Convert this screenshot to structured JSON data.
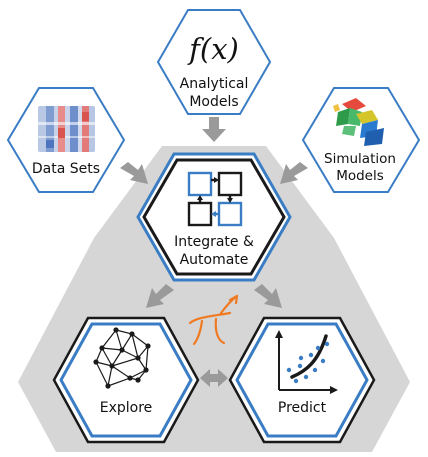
{
  "nodes": {
    "analytical": {
      "formula": "f(x)",
      "line1": "Analytical",
      "line2": "Models"
    },
    "datasets": {
      "label": "Data Sets"
    },
    "simulation": {
      "line1": "Simulation",
      "line2": "Models"
    },
    "integrate": {
      "line1": "Integrate &",
      "line2": "Automate"
    },
    "explore": {
      "label": "Explore"
    },
    "predict": {
      "label": "Predict"
    }
  },
  "colors": {
    "blue": "#3a7dc4",
    "dark": "#1a1a1a",
    "gray_background": "#d6d6d6",
    "arrow_gray": "#9a9a9a",
    "pi_orange": "#f07a22"
  },
  "icons": {
    "analytical": "formula-fx-icon",
    "datasets": "heatmap-icon",
    "simulation": "3d-model-icon",
    "integrate": "workflow-boxes-icon",
    "explore": "network-graph-icon",
    "predict": "scatter-fit-icon",
    "center": "pi-symbol-icon"
  }
}
